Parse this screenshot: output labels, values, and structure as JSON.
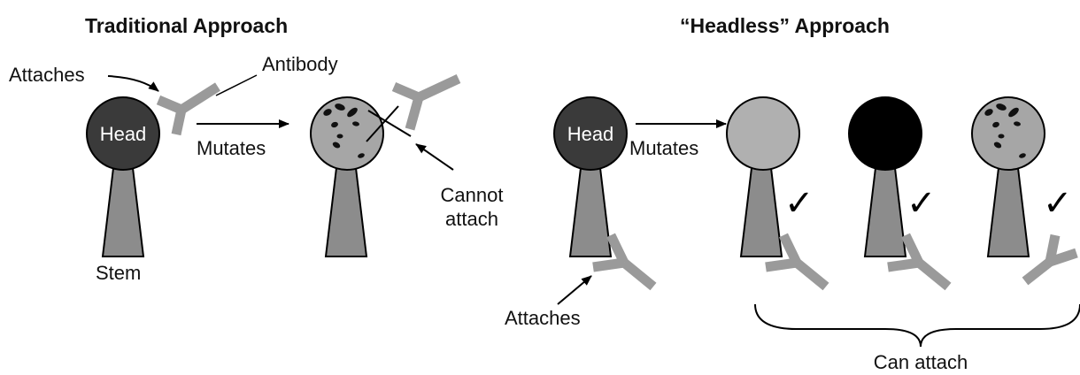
{
  "titles": {
    "traditional": "Traditional Approach",
    "headless": "“Headless” Approach"
  },
  "labels": {
    "attaches_top": "Attaches",
    "antibody": "Antibody",
    "head_left": "Head",
    "mutates_left": "Mutates",
    "stem": "Stem",
    "cannot_attach_1": "Cannot",
    "cannot_attach_2": "attach",
    "head_right": "Head",
    "mutates_right": "Mutates",
    "attaches_bottom": "Attaches",
    "can_attach": "Can attach",
    "check_mark": "✓"
  },
  "colors": {
    "head_dark": "#3a3a3a",
    "stem_gray": "#8c8c8c",
    "antibody_gray": "#9a9a9a",
    "mutated_light": "#b0b0b0",
    "mutated_black": "#000000",
    "spotted_gray": "#a6a6a6",
    "spot_black": "#111111"
  }
}
